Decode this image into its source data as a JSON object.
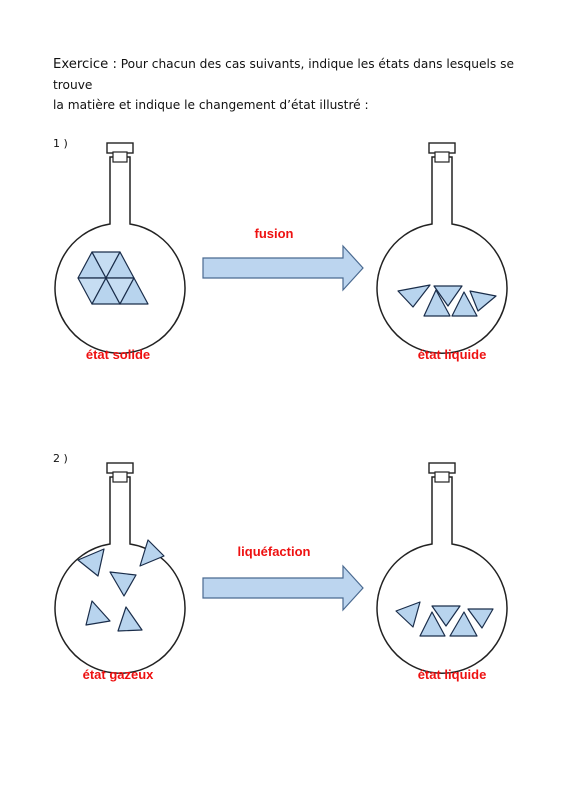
{
  "exercise": {
    "lead": "Exercice :",
    "line1": "Pour chacun des cas suivants, indique les états dans lesquels se trouve",
    "line2": "la matière et indique le changement d’état illustré :"
  },
  "cases": [
    {
      "number": "1 )",
      "transformation": "fusion",
      "left_state": "état solide",
      "right_state": "état liquide"
    },
    {
      "number": "2 )",
      "transformation": "liquéfaction",
      "left_state": "état gazeux",
      "right_state": "état liquide"
    }
  ],
  "colors": {
    "label_red": "#ee1111",
    "triangle_fill": "#b8d4ee",
    "triangle_stroke": "#1a2d4a",
    "arrow_fill": "#bcd5ef",
    "arrow_stroke": "#4a6a90",
    "flask_stroke": "#222222"
  }
}
